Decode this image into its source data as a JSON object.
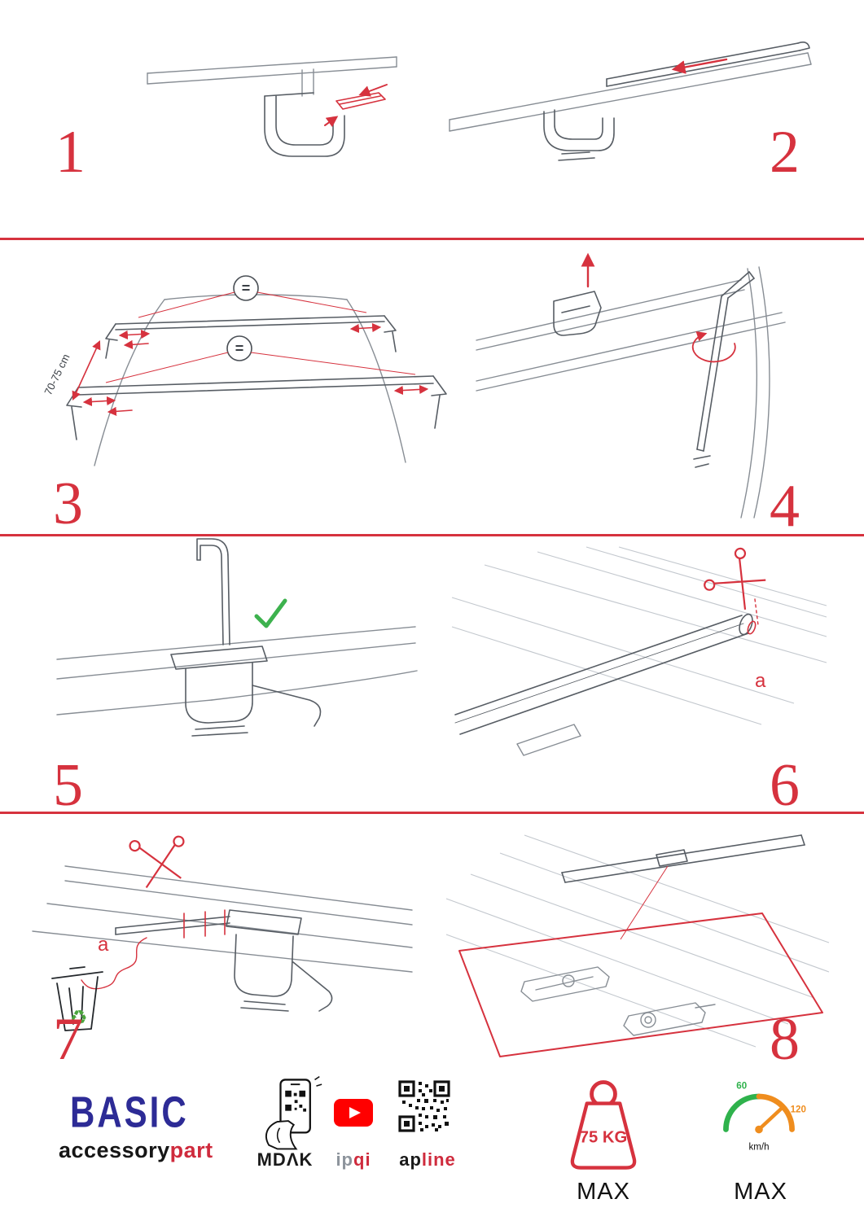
{
  "colors": {
    "accent_red": "#d6323e",
    "brand_blue": "#2d2b96",
    "check_green": "#3db24e",
    "recycle_green": "#4aa53c",
    "gauge_green": "#2fb24c",
    "gauge_orange": "#ef8d1e",
    "youtube_red": "#ff0000"
  },
  "steps": [
    {
      "number": "1"
    },
    {
      "number": "2"
    },
    {
      "number": "3",
      "equal_sign": "=",
      "dimension_label": "70-75 cm"
    },
    {
      "number": "4"
    },
    {
      "number": "5"
    },
    {
      "number": "6",
      "cut_label": "a"
    },
    {
      "number": "7",
      "cut_label": "a"
    },
    {
      "number": "8"
    }
  ],
  "icons": {
    "recycle_symbol": "♻"
  },
  "footer": {
    "brand_title": "BASIC",
    "brand_sub_black": "accessory",
    "brand_sub_red": "part",
    "partner_mdak": "MDΛK",
    "partner_ipqi_gray": "ip",
    "partner_ipqi_red": "qi",
    "partner_apline_black": "ap",
    "partner_apline_red": "line",
    "weight_value": "75 KG",
    "weight_max_label": "MAX",
    "speed_min": "60",
    "speed_max_value": "120",
    "speed_unit": "km/h",
    "speed_max_label": "MAX"
  }
}
